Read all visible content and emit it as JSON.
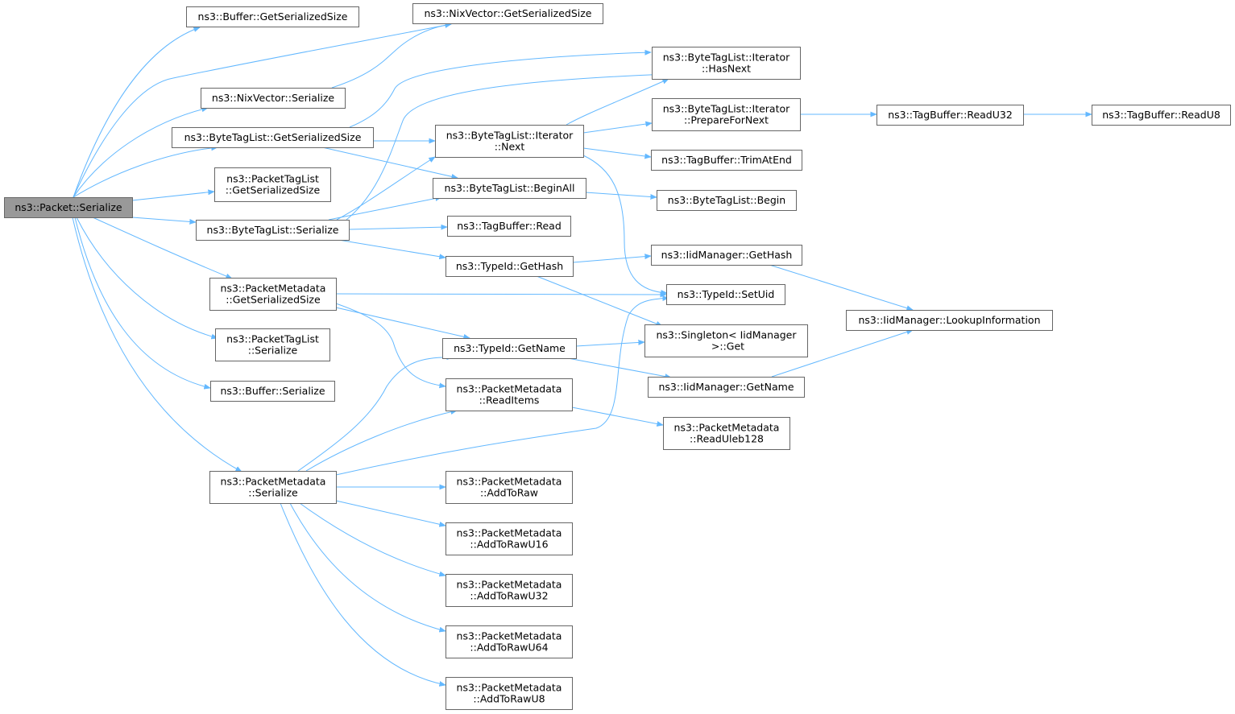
{
  "graph": {
    "edge_color": "#63b8ff",
    "node_border": "#666666",
    "root_fill": "#999999",
    "nodes": [
      {
        "id": "packet_serialize",
        "lines": [
          "ns3::Packet::Serialize"
        ],
        "root": true
      },
      {
        "id": "buffer_getserializedsize",
        "lines": [
          "ns3::Buffer::GetSerializedSize"
        ]
      },
      {
        "id": "nixvector_getserializedsize",
        "lines": [
          "ns3::NixVector::GetSerializedSize"
        ]
      },
      {
        "id": "nixvector_serialize",
        "lines": [
          "ns3::NixVector::Serialize"
        ]
      },
      {
        "id": "bytetaglist_getserializedsize",
        "lines": [
          "ns3::ByteTagList::GetSerializedSize"
        ]
      },
      {
        "id": "packettaglist_getserializedsize",
        "lines": [
          "ns3::PacketTagList",
          "::GetSerializedSize"
        ]
      },
      {
        "id": "bytetaglist_serialize",
        "lines": [
          "ns3::ByteTagList::Serialize"
        ]
      },
      {
        "id": "packetmetadata_getserializedsize",
        "lines": [
          "ns3::PacketMetadata",
          "::GetSerializedSize"
        ]
      },
      {
        "id": "packettaglist_serialize",
        "lines": [
          "ns3::PacketTagList",
          "::Serialize"
        ]
      },
      {
        "id": "buffer_serialize",
        "lines": [
          "ns3::Buffer::Serialize"
        ]
      },
      {
        "id": "packetmetadata_serialize",
        "lines": [
          "ns3::PacketMetadata",
          "::Serialize"
        ]
      },
      {
        "id": "iterator_next",
        "lines": [
          "ns3::ByteTagList::Iterator",
          "::Next"
        ]
      },
      {
        "id": "bytetaglist_beginall",
        "lines": [
          "ns3::ByteTagList::BeginAll"
        ]
      },
      {
        "id": "tagbuffer_read",
        "lines": [
          "ns3::TagBuffer::Read"
        ]
      },
      {
        "id": "typeid_gethash",
        "lines": [
          "ns3::TypeId::GetHash"
        ]
      },
      {
        "id": "typeid_getname",
        "lines": [
          "ns3::TypeId::GetName"
        ]
      },
      {
        "id": "packetmetadata_readitems",
        "lines": [
          "ns3::PacketMetadata",
          "::ReadItems"
        ]
      },
      {
        "id": "packetmetadata_addtoraw",
        "lines": [
          "ns3::PacketMetadata",
          "::AddToRaw"
        ]
      },
      {
        "id": "packetmetadata_addtorawu16",
        "lines": [
          "ns3::PacketMetadata",
          "::AddToRawU16"
        ]
      },
      {
        "id": "packetmetadata_addtorawu32",
        "lines": [
          "ns3::PacketMetadata",
          "::AddToRawU32"
        ]
      },
      {
        "id": "packetmetadata_addtorawu64",
        "lines": [
          "ns3::PacketMetadata",
          "::AddToRawU64"
        ]
      },
      {
        "id": "packetmetadata_addtorawu8",
        "lines": [
          "ns3::PacketMetadata",
          "::AddToRawU8"
        ]
      },
      {
        "id": "iterator_hasnext",
        "lines": [
          "ns3::ByteTagList::Iterator",
          "::HasNext"
        ]
      },
      {
        "id": "iterator_preparefornext",
        "lines": [
          "ns3::ByteTagList::Iterator",
          "::PrepareForNext"
        ]
      },
      {
        "id": "tagbuffer_trimatend",
        "lines": [
          "ns3::TagBuffer::TrimAtEnd"
        ]
      },
      {
        "id": "bytetaglist_begin",
        "lines": [
          "ns3::ByteTagList::Begin"
        ]
      },
      {
        "id": "iidmanager_gethash",
        "lines": [
          "ns3::IidManager::GetHash"
        ]
      },
      {
        "id": "typeid_setuid",
        "lines": [
          "ns3::TypeId::SetUid"
        ]
      },
      {
        "id": "singleton_get",
        "lines": [
          "ns3::Singleton< IidManager",
          " >::Get"
        ]
      },
      {
        "id": "iidmanager_getname",
        "lines": [
          "ns3::IidManager::GetName"
        ]
      },
      {
        "id": "packetmetadata_readuleb128",
        "lines": [
          "ns3::PacketMetadata",
          "::ReadUleb128"
        ]
      },
      {
        "id": "tagbuffer_readu32",
        "lines": [
          "ns3::TagBuffer::ReadU32"
        ]
      },
      {
        "id": "tagbuffer_readu8",
        "lines": [
          "ns3::TagBuffer::ReadU8"
        ]
      },
      {
        "id": "iidmanager_lookupinformation",
        "lines": [
          "ns3::IidManager::LookupInformation"
        ]
      }
    ],
    "edges": [
      [
        "packet_serialize",
        "buffer_getserializedsize"
      ],
      [
        "packet_serialize",
        "nixvector_getserializedsize"
      ],
      [
        "packet_serialize",
        "nixvector_serialize"
      ],
      [
        "packet_serialize",
        "bytetaglist_getserializedsize"
      ],
      [
        "packet_serialize",
        "packettaglist_getserializedsize"
      ],
      [
        "packet_serialize",
        "bytetaglist_serialize"
      ],
      [
        "packet_serialize",
        "packetmetadata_getserializedsize"
      ],
      [
        "packet_serialize",
        "packettaglist_serialize"
      ],
      [
        "packet_serialize",
        "buffer_serialize"
      ],
      [
        "packet_serialize",
        "packetmetadata_serialize"
      ],
      [
        "nixvector_serialize",
        "nixvector_getserializedsize"
      ],
      [
        "bytetaglist_getserializedsize",
        "iterator_hasnext"
      ],
      [
        "bytetaglist_getserializedsize",
        "iterator_next"
      ],
      [
        "bytetaglist_getserializedsize",
        "bytetaglist_beginall"
      ],
      [
        "bytetaglist_serialize",
        "iterator_hasnext"
      ],
      [
        "bytetaglist_serialize",
        "iterator_next"
      ],
      [
        "bytetaglist_serialize",
        "bytetaglist_beginall"
      ],
      [
        "bytetaglist_serialize",
        "tagbuffer_read"
      ],
      [
        "bytetaglist_serialize",
        "typeid_gethash"
      ],
      [
        "iterator_next",
        "iterator_hasnext"
      ],
      [
        "iterator_next",
        "iterator_preparefornext"
      ],
      [
        "iterator_next",
        "tagbuffer_trimatend"
      ],
      [
        "iterator_next",
        "typeid_setuid"
      ],
      [
        "bytetaglist_beginall",
        "bytetaglist_begin"
      ],
      [
        "iterator_preparefornext",
        "tagbuffer_readu32"
      ],
      [
        "tagbuffer_readu32",
        "tagbuffer_readu8"
      ],
      [
        "typeid_gethash",
        "iidmanager_gethash"
      ],
      [
        "typeid_gethash",
        "singleton_get"
      ],
      [
        "iidmanager_gethash",
        "iidmanager_lookupinformation"
      ],
      [
        "packetmetadata_getserializedsize",
        "typeid_setuid"
      ],
      [
        "packetmetadata_getserializedsize",
        "typeid_getname"
      ],
      [
        "packetmetadata_getserializedsize",
        "packetmetadata_readitems"
      ],
      [
        "typeid_getname",
        "singleton_get"
      ],
      [
        "typeid_getname",
        "iidmanager_getname"
      ],
      [
        "iidmanager_getname",
        "iidmanager_lookupinformation"
      ],
      [
        "packetmetadata_readitems",
        "packetmetadata_readuleb128"
      ],
      [
        "packetmetadata_serialize",
        "typeid_getname"
      ],
      [
        "packetmetadata_serialize",
        "packetmetadata_readitems"
      ],
      [
        "packetmetadata_serialize",
        "typeid_setuid"
      ],
      [
        "packetmetadata_serialize",
        "packetmetadata_addtoraw"
      ],
      [
        "packetmetadata_serialize",
        "packetmetadata_addtorawu16"
      ],
      [
        "packetmetadata_serialize",
        "packetmetadata_addtorawu32"
      ],
      [
        "packetmetadata_serialize",
        "packetmetadata_addtorawu64"
      ],
      [
        "packetmetadata_serialize",
        "packetmetadata_addtorawu8"
      ]
    ]
  }
}
